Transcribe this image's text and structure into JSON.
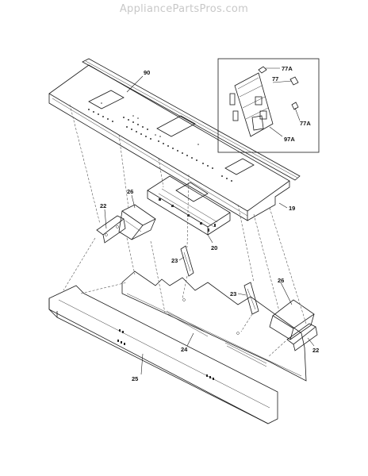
{
  "header": {
    "site": "AppliancePartsPros.com"
  },
  "callouts": [
    {
      "id": "90",
      "text": "90"
    },
    {
      "id": "77A_top",
      "text": "77A"
    },
    {
      "id": "77",
      "text": "77"
    },
    {
      "id": "77A_right",
      "text": "77A"
    },
    {
      "id": "97A",
      "text": "97A"
    },
    {
      "id": "19",
      "text": "19"
    },
    {
      "id": "26_left",
      "text": "26"
    },
    {
      "id": "22_left",
      "text": "22"
    },
    {
      "id": "20",
      "text": "20"
    },
    {
      "id": "23_left",
      "text": "23"
    },
    {
      "id": "23_right",
      "text": "23"
    },
    {
      "id": "26_right",
      "text": "26"
    },
    {
      "id": "22_right",
      "text": "22"
    },
    {
      "id": "24",
      "text": "24"
    },
    {
      "id": "25",
      "text": "25"
    }
  ]
}
